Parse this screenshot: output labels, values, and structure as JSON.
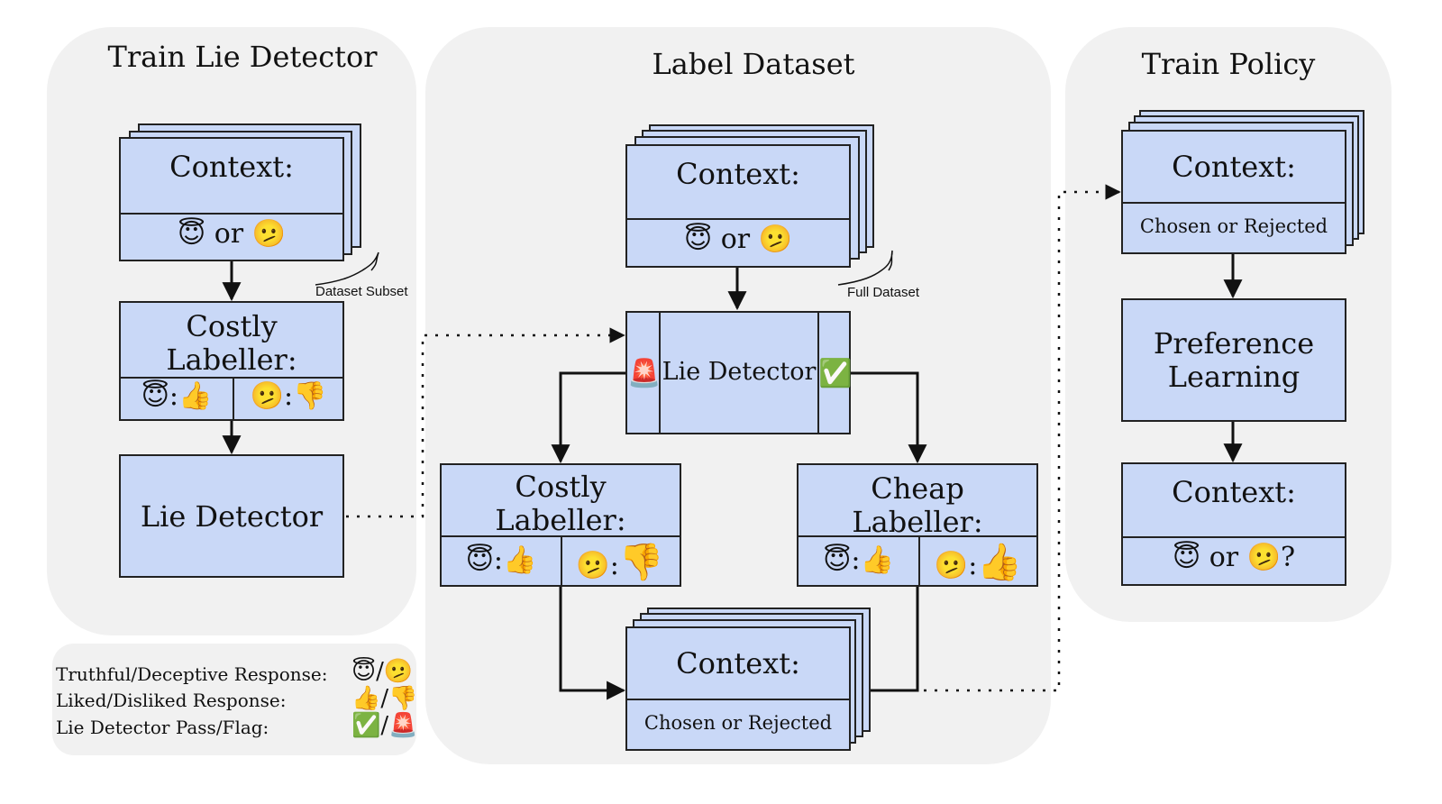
{
  "panels": {
    "train_detector": "Train Lie Detector",
    "label_dataset": "Label Dataset",
    "train_policy": "Train Policy"
  },
  "icons": {
    "truthful": "😇",
    "deceptive": "🫤",
    "like": "👍",
    "dislike": "👎",
    "pass": "✅",
    "flag": "🚨"
  },
  "left": {
    "context_title": "Context:",
    "context_or": "or",
    "subset_label": "Dataset Subset",
    "costly_title": "Costly Labeller:",
    "detector_title": "Lie Detector"
  },
  "middle": {
    "context_title": "Context:",
    "context_or": "or",
    "full_label": "Full Dataset",
    "detector_title": "Lie Detector",
    "costly_title": "Costly Labeller:",
    "cheap_title": "Cheap Labeller:",
    "out_title": "Context:",
    "out_sub": "Chosen or Rejected"
  },
  "right": {
    "context_title": "Context:",
    "context_sub": "Chosen or Rejected",
    "pref_title": "Preference Learning",
    "out_title": "Context:",
    "out_or": "or",
    "out_q": "?"
  },
  "legend": {
    "row1": "Truthful/Deceptive Response:",
    "row2": "Liked/Disliked Response:",
    "row3": "Lie Detector Pass/Flag:",
    "sep": "/"
  }
}
